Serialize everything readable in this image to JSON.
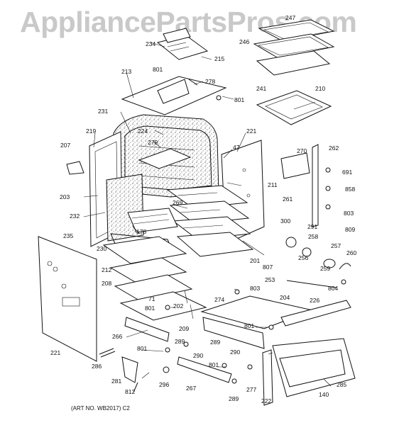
{
  "watermark": "AppliancePartsPros.com",
  "art_number": "(ART NO. WB2017) C2",
  "part_labels": [
    "247",
    "234",
    "246",
    "215",
    "801",
    "213",
    "278",
    "801",
    "241",
    "210",
    "231",
    "224",
    "219",
    "279",
    "221",
    "207",
    "47",
    "270",
    "262",
    "691",
    "858",
    "211",
    "203",
    "261",
    "232",
    "269",
    "803",
    "300",
    "291",
    "809",
    "178",
    "258",
    "235",
    "257",
    "256",
    "260",
    "230",
    "201",
    "212",
    "807",
    "259",
    "253",
    "804",
    "208",
    "803",
    "71",
    "202",
    "274",
    "204",
    "226",
    "801",
    "801",
    "209",
    "289",
    "266",
    "290",
    "290",
    "801",
    "289",
    "286",
    "801",
    "281",
    "296",
    "277",
    "222",
    "285",
    "812",
    "267",
    "140",
    "289",
    "221"
  ]
}
